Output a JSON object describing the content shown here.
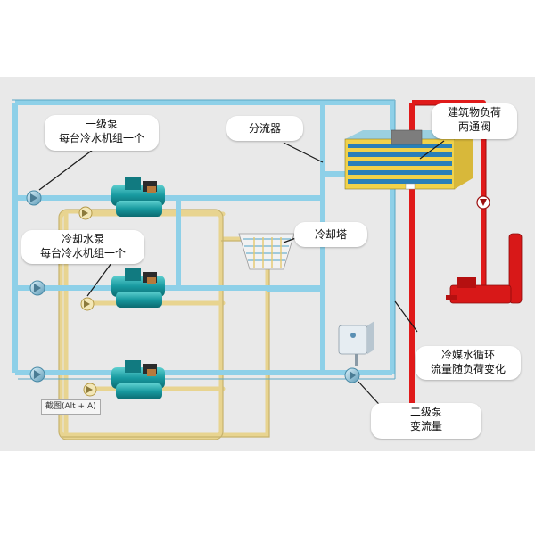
{
  "callouts": {
    "primary_pump": {
      "line1": "一级泵",
      "line2": "每台冷水机组一个"
    },
    "cooling_pump": {
      "line1": "冷却水泵",
      "line2": "每台冷水机组一个"
    },
    "distributor": {
      "line1": "分流器"
    },
    "cooling_tower": {
      "line1": "冷却塔"
    },
    "building_load": {
      "line1": "建筑物负荷",
      "line2": "两通阀"
    },
    "chilled_water": {
      "line1": "冷媒水循环",
      "line2": "流量随负荷变化"
    },
    "secondary_pump": {
      "line1": "二级泵",
      "line2": "变流量"
    }
  },
  "tooltip": {
    "text": "截图(Alt + A)"
  },
  "colors": {
    "chilled_pipe": "#8ed0e8",
    "cooling_pipe": "#e8d490",
    "hot_pipe": "#e01a1a",
    "chiller": "#179aa0",
    "background_gray": "#e9e9e9"
  }
}
